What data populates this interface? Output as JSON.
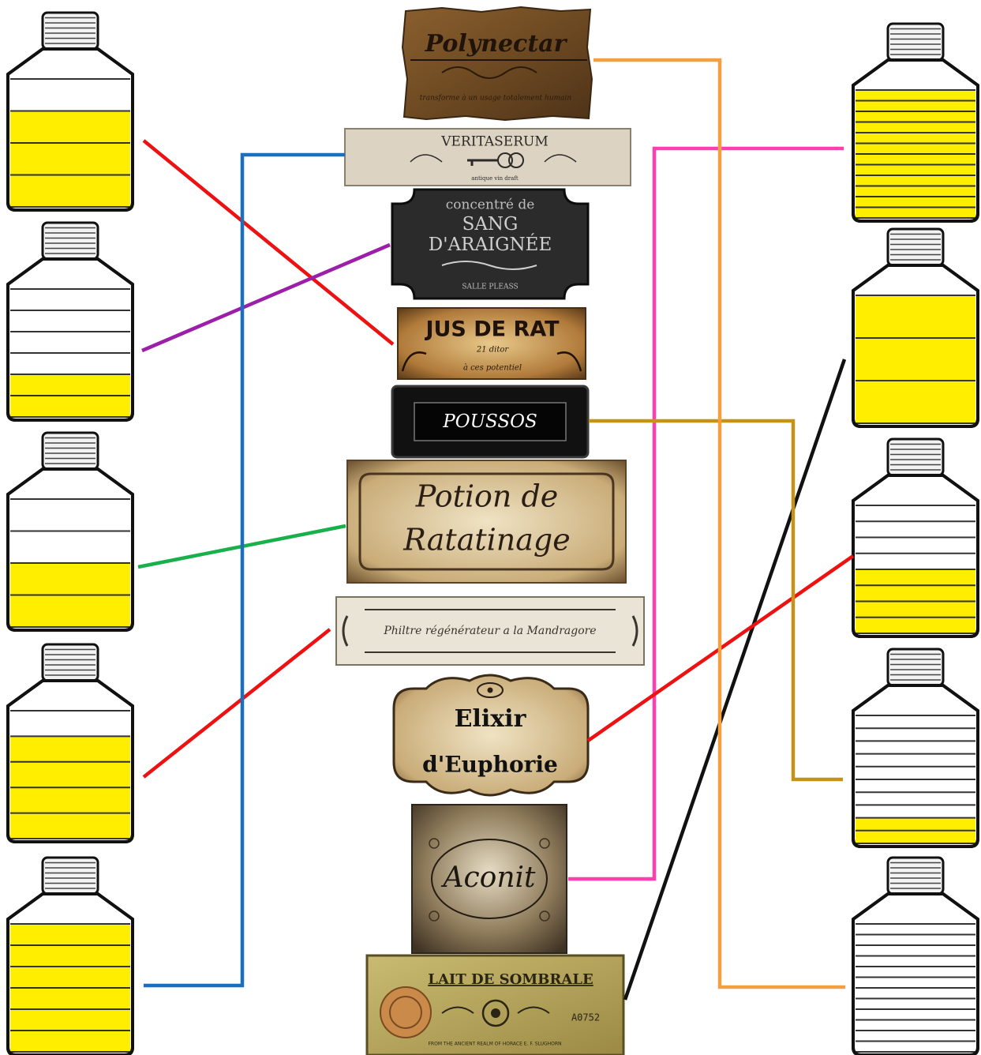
{
  "labels": {
    "polynectar": {
      "title": "Polynectar",
      "subtitle": "transforme à un usage totalement humain"
    },
    "veritaserum": {
      "title": "VERITASERUM",
      "subtitle": "antique vin draft"
    },
    "sang": {
      "line1": "concentré de",
      "line2": "SANG",
      "line3": "D'ARAIGNÉE",
      "footer": "SALLE PLEASS"
    },
    "jus": {
      "title": "JUS DE RAT",
      "line2": "21 ditor",
      "line3": "à ces potentiel"
    },
    "poussos": {
      "title": "POUSSOS"
    },
    "ratatinage": {
      "line1": "Potion de",
      "line2": "Ratatinage"
    },
    "mandragore": {
      "title": "Philtre régénérateur a la Mandragore"
    },
    "elixir": {
      "line1": "Elixir",
      "line2": "d'Euphorie"
    },
    "aconit": {
      "title": "Aconit"
    },
    "lait": {
      "title": "LAIT DE SOMBRALE",
      "code": "A0752",
      "footer": "FROM THE ANCIENT REALM OF HORACE E. F. SLUGHORN"
    }
  },
  "bottles": [
    {
      "id": "L1",
      "side": "left",
      "graduations": 4,
      "filled": 3
    },
    {
      "id": "L2",
      "side": "left",
      "graduations": 6,
      "filled": 2
    },
    {
      "id": "L3",
      "side": "left",
      "graduations": 4,
      "filled": 2
    },
    {
      "id": "L4",
      "side": "left",
      "graduations": 5,
      "filled": 4
    },
    {
      "id": "L5",
      "side": "left",
      "graduations": 6,
      "filled": 6
    },
    {
      "id": "R1",
      "side": "right",
      "graduations": 12,
      "filled": 12
    },
    {
      "id": "R2",
      "side": "right",
      "graduations": 3,
      "filled": 3
    },
    {
      "id": "R3",
      "side": "right",
      "graduations": 8,
      "filled": 4
    },
    {
      "id": "R4",
      "side": "right",
      "graduations": 10,
      "filled": 2
    },
    {
      "id": "R5",
      "side": "right",
      "graduations": 12,
      "filled": 0
    }
  ],
  "colors": {
    "red": "#ee1111",
    "purple": "#9b1fa8",
    "green": "#18b04a",
    "blue": "#1a6fc0",
    "orange": "#f5a040",
    "pink": "#ff3fb0",
    "gold": "#c49318",
    "black": "#111111",
    "fill": "#ffee00"
  },
  "connections": [
    {
      "from": "L1",
      "to": "jus",
      "color": "red"
    },
    {
      "from": "L2",
      "to": "sang",
      "color": "purple"
    },
    {
      "from": "L3",
      "to": "ratatinage",
      "color": "green"
    },
    {
      "from": "L4",
      "to": "mandragore",
      "color": "red"
    },
    {
      "from": "L5",
      "to": "veritaserum",
      "color": "blue"
    },
    {
      "from": "R1",
      "to": "aconit",
      "color": "pink"
    },
    {
      "from": "R2",
      "to": "lait",
      "color": "black"
    },
    {
      "from": "R3",
      "to": "elixir",
      "color": "red"
    },
    {
      "from": "R4",
      "to": "poussos",
      "color": "gold"
    },
    {
      "from": "R5",
      "to": "polynectar",
      "color": "orange"
    }
  ]
}
